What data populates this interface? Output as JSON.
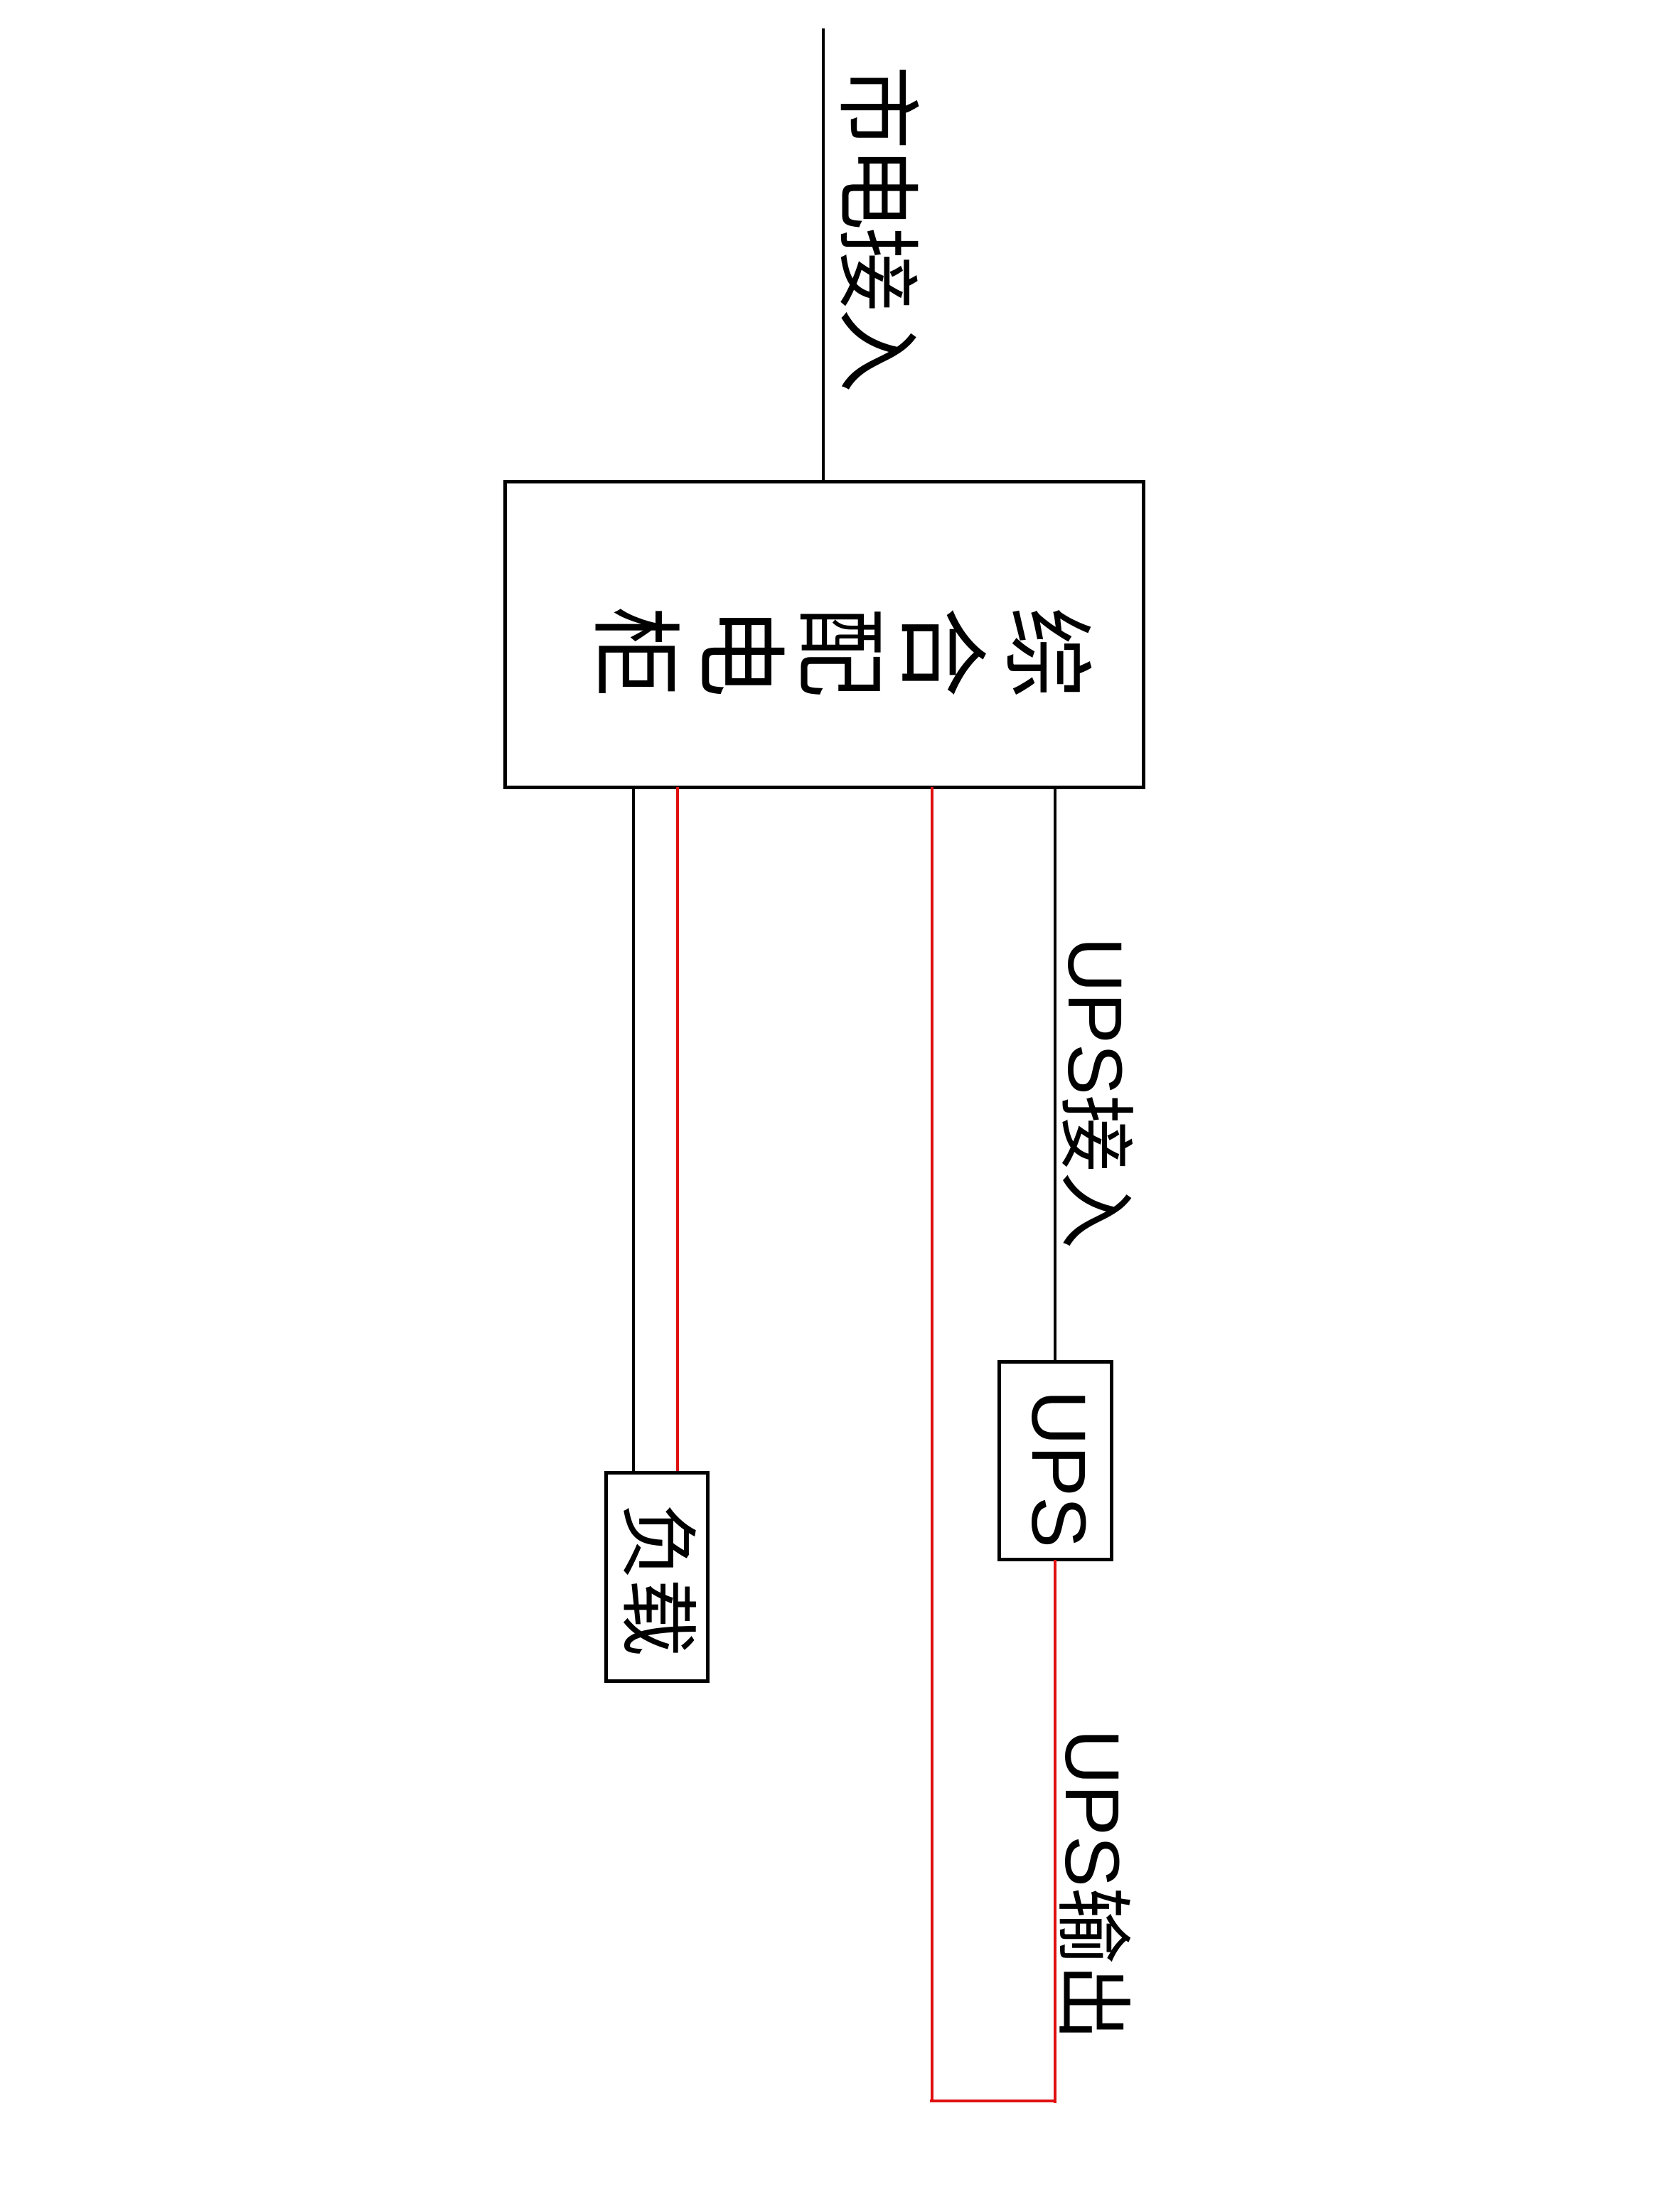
{
  "diagram": {
    "type": "power-distribution-wiring",
    "orientation": "rotated-90-clockwise",
    "colors": {
      "line_black": "#000000",
      "line_red": "#e01010",
      "background": "#ffffff"
    },
    "labels": {
      "mains_input": "市电接入",
      "ups_input": "UPS接入",
      "ups_output": "UPS输出"
    },
    "nodes": {
      "main_cabinet": {
        "label": "综合配电柜",
        "chars": [
          "综",
          "合",
          "配",
          "电",
          "柜"
        ]
      },
      "ups": {
        "label": "UPS"
      },
      "load": {
        "label": "负载",
        "chars": [
          "负",
          "载"
        ]
      }
    },
    "connections": [
      {
        "from": "市电接入",
        "to": "综合配电柜",
        "color": "black"
      },
      {
        "from": "综合配电柜",
        "to": "UPS",
        "color": "black",
        "label": "UPS接入"
      },
      {
        "from": "UPS",
        "to": "综合配电柜",
        "color": "red",
        "label": "UPS输出"
      },
      {
        "from": "综合配电柜",
        "to": "负载",
        "color": "black"
      },
      {
        "from": "综合配电柜",
        "to": "负载",
        "color": "red"
      }
    ]
  }
}
